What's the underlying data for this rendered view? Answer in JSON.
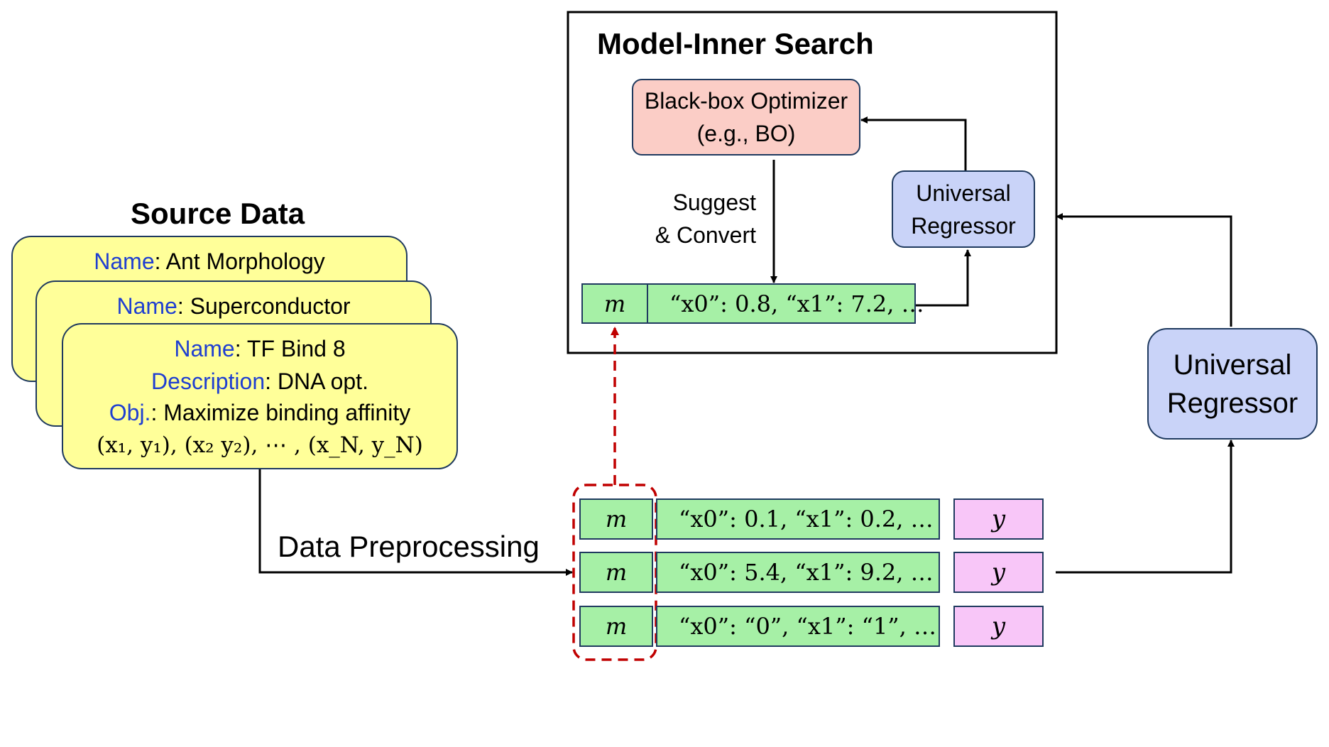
{
  "inner_search": {
    "title": "Model-Inner Search",
    "optimizer": {
      "line1": "Black-box Optimizer",
      "line2": "(e.g., BO)"
    },
    "suggest_label": {
      "line1": "Suggest",
      "line2": "& Convert"
    },
    "regressor": {
      "line1": "Universal",
      "line2": "Regressor"
    },
    "row": {
      "m": "m",
      "x": "“x0”: 0.8, “x1”: 7.2, …"
    }
  },
  "source": {
    "title": "Source Data",
    "cards": [
      {
        "name_key": "Name",
        "name_value": ": Ant Morphology"
      },
      {
        "name_key": "Name",
        "name_value": ": Superconductor"
      },
      {
        "name_key": "Name",
        "name_value": ": TF Bind 8",
        "desc_key": "Description",
        "desc_value": ": DNA opt.",
        "obj_key": "Obj.",
        "obj_value": ": Maximize binding affinity",
        "pairs": "(x₁, y₁), (x₂ y₂), ⋯ , (x_N, y_N)"
      }
    ]
  },
  "preprocessing_label": "Data Preprocessing",
  "rows": [
    {
      "m": "m",
      "x": "“x0”: 0.1, “x1”: 0.2, …",
      "y": "y"
    },
    {
      "m": "m",
      "x": "“x0”: 5.4, “x1”: 9.2, …",
      "y": "y"
    },
    {
      "m": "m",
      "x": "“x0”: “0”, “x1”: “1”, …",
      "y": "y"
    }
  ],
  "outer_regressor": {
    "line1": "Universal",
    "line2": "Regressor"
  },
  "colors": {
    "card_fill": "#ffff99",
    "key_text": "#1f3fd1",
    "optimizer_fill": "#fbcdc6",
    "regressor_fill": "#c9d3f8",
    "cell_fill": "#a6f0a6",
    "y_fill": "#f8c6f8",
    "dashed": "#c00000",
    "border": "#1f3a5f"
  }
}
